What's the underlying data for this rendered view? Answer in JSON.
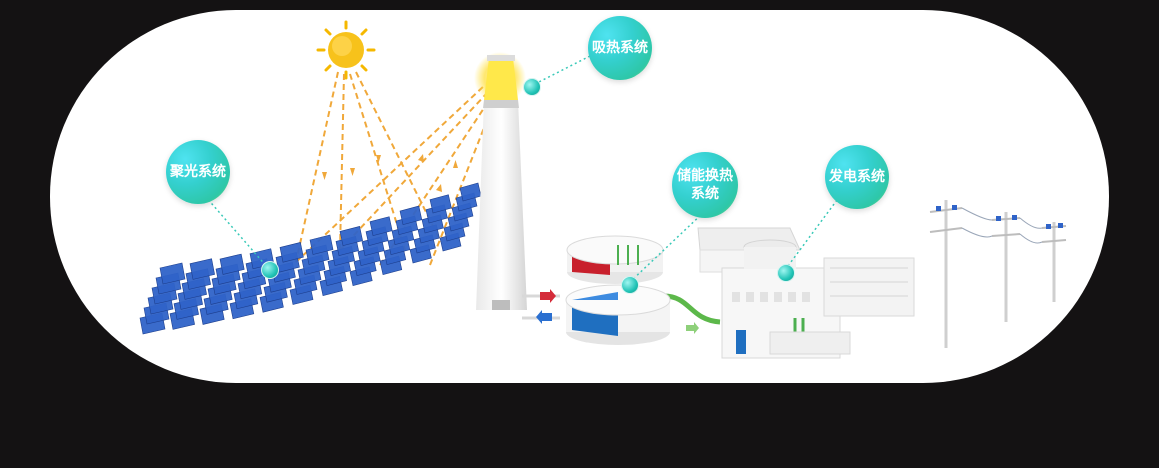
{
  "labels": {
    "concentrator": "聚光系统",
    "absorber": "吸热系统",
    "storage_line1": "储能换热",
    "storage_line2": "系统",
    "generator": "发电系统"
  },
  "colors": {
    "background": "#141213",
    "panel": "#ffffff",
    "label_gradient_start": "#42d9e6",
    "label_gradient_end": "#7ddc5e",
    "heliostat": "#2f63c8",
    "light_ray": "#f0a83a",
    "sun": "#f7c21b",
    "hot_tank": "#c8202c",
    "cold_tank": "#1f6fc0",
    "pipe_green": "#5cb84a"
  },
  "icons": {
    "sun": "sun-icon",
    "tower": "receiver-tower-icon",
    "tanks": "storage-tank-icon",
    "plant": "power-plant-icon",
    "pylons": "transmission-pylon-icon"
  }
}
